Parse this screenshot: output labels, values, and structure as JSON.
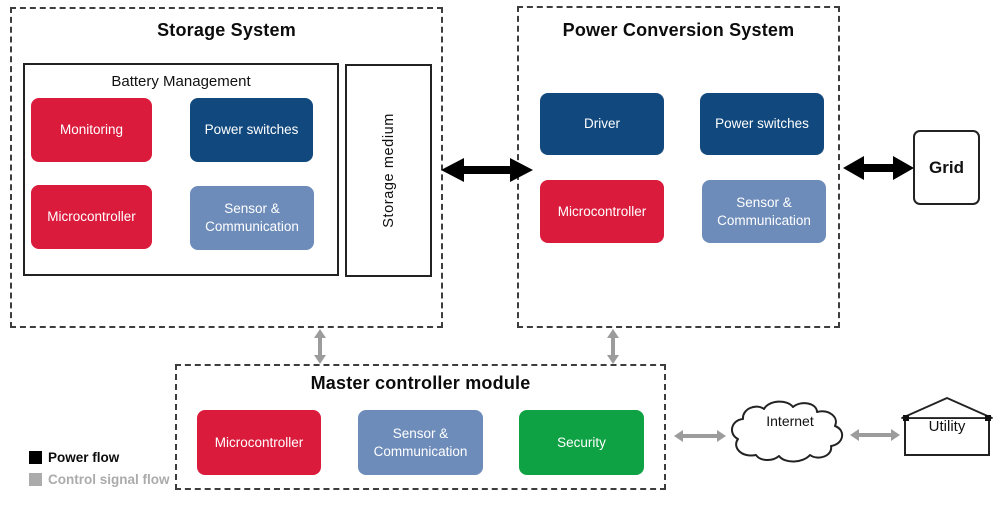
{
  "storage_system": {
    "title": "Storage System",
    "battery_management": {
      "title": "Battery Management",
      "modules": [
        {
          "label": "Monitoring",
          "color": "#DB1B3C"
        },
        {
          "label": "Power switches",
          "color": "#11497E"
        },
        {
          "label": "Microcontroller",
          "color": "#DB1B3C"
        },
        {
          "label": "Sensor & Communication",
          "color": "#6D8CBA"
        }
      ]
    },
    "storage_medium_label": "Storage medium"
  },
  "power_conversion_system": {
    "title": "Power Conversion System",
    "modules": [
      {
        "label": "Driver",
        "color": "#11497E"
      },
      {
        "label": "Power switches",
        "color": "#11497E"
      },
      {
        "label": "Microcontroller",
        "color": "#DB1B3C"
      },
      {
        "label": "Sensor & Communication",
        "color": "#6D8CBA"
      }
    ]
  },
  "master_controller_module": {
    "title": "Master controller module",
    "modules": [
      {
        "label": "Microcontroller",
        "color": "#DB1B3C"
      },
      {
        "label": "Sensor & Communication",
        "color": "#6D8CBA"
      },
      {
        "label": "Security",
        "color": "#0FA244"
      }
    ]
  },
  "external": {
    "grid_label": "Grid",
    "internet_label": "Internet",
    "utility_label": "Utility"
  },
  "legend": {
    "items": [
      {
        "label": "Power flow",
        "color": "#000000"
      },
      {
        "label": "Control signal flow",
        "color": "#ABABAB"
      }
    ]
  },
  "flows": {
    "power_flow_color": "#000000",
    "control_signal_color": "#9C9C9C"
  }
}
